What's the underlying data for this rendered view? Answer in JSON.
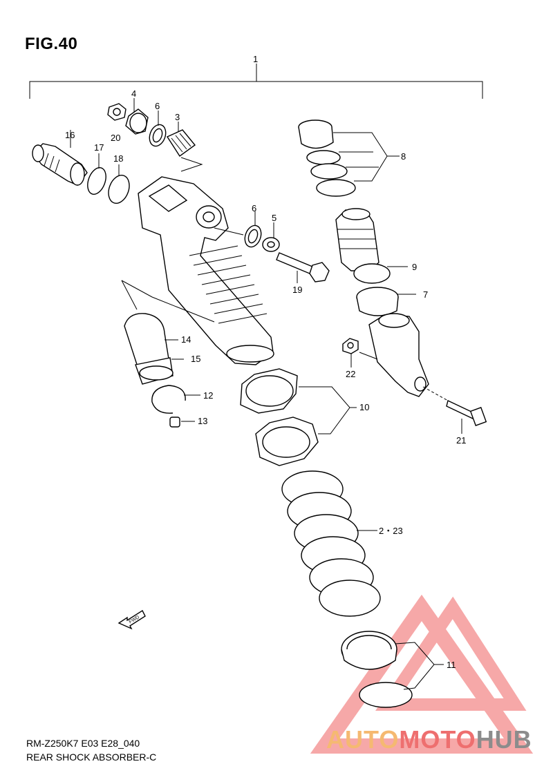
{
  "figure": {
    "title": "FIG.40",
    "code": "RM-Z250K7 E03 E28_040",
    "name": "REAR SHOCK ABSORBER-C"
  },
  "callouts": {
    "c1": "1",
    "c2": "2・23",
    "c3": "3",
    "c4": "4",
    "c5": "5",
    "c6a": "6",
    "c6b": "6",
    "c7": "7",
    "c8": "8",
    "c9": "9",
    "c10": "10",
    "c11": "11",
    "c12": "12",
    "c13": "13",
    "c14": "14",
    "c15": "15",
    "c16": "16",
    "c17": "17",
    "c18": "18",
    "c19": "19",
    "c20": "20",
    "c21": "21",
    "c22": "22"
  },
  "fwd_label": "FWD",
  "watermark": {
    "part_a": "AUTO",
    "part_b": "MOTO",
    "part_c": "HUB",
    "color_a": "#f5b971",
    "color_b": "#ee6f6f",
    "color_c": "#8c8c8c"
  }
}
